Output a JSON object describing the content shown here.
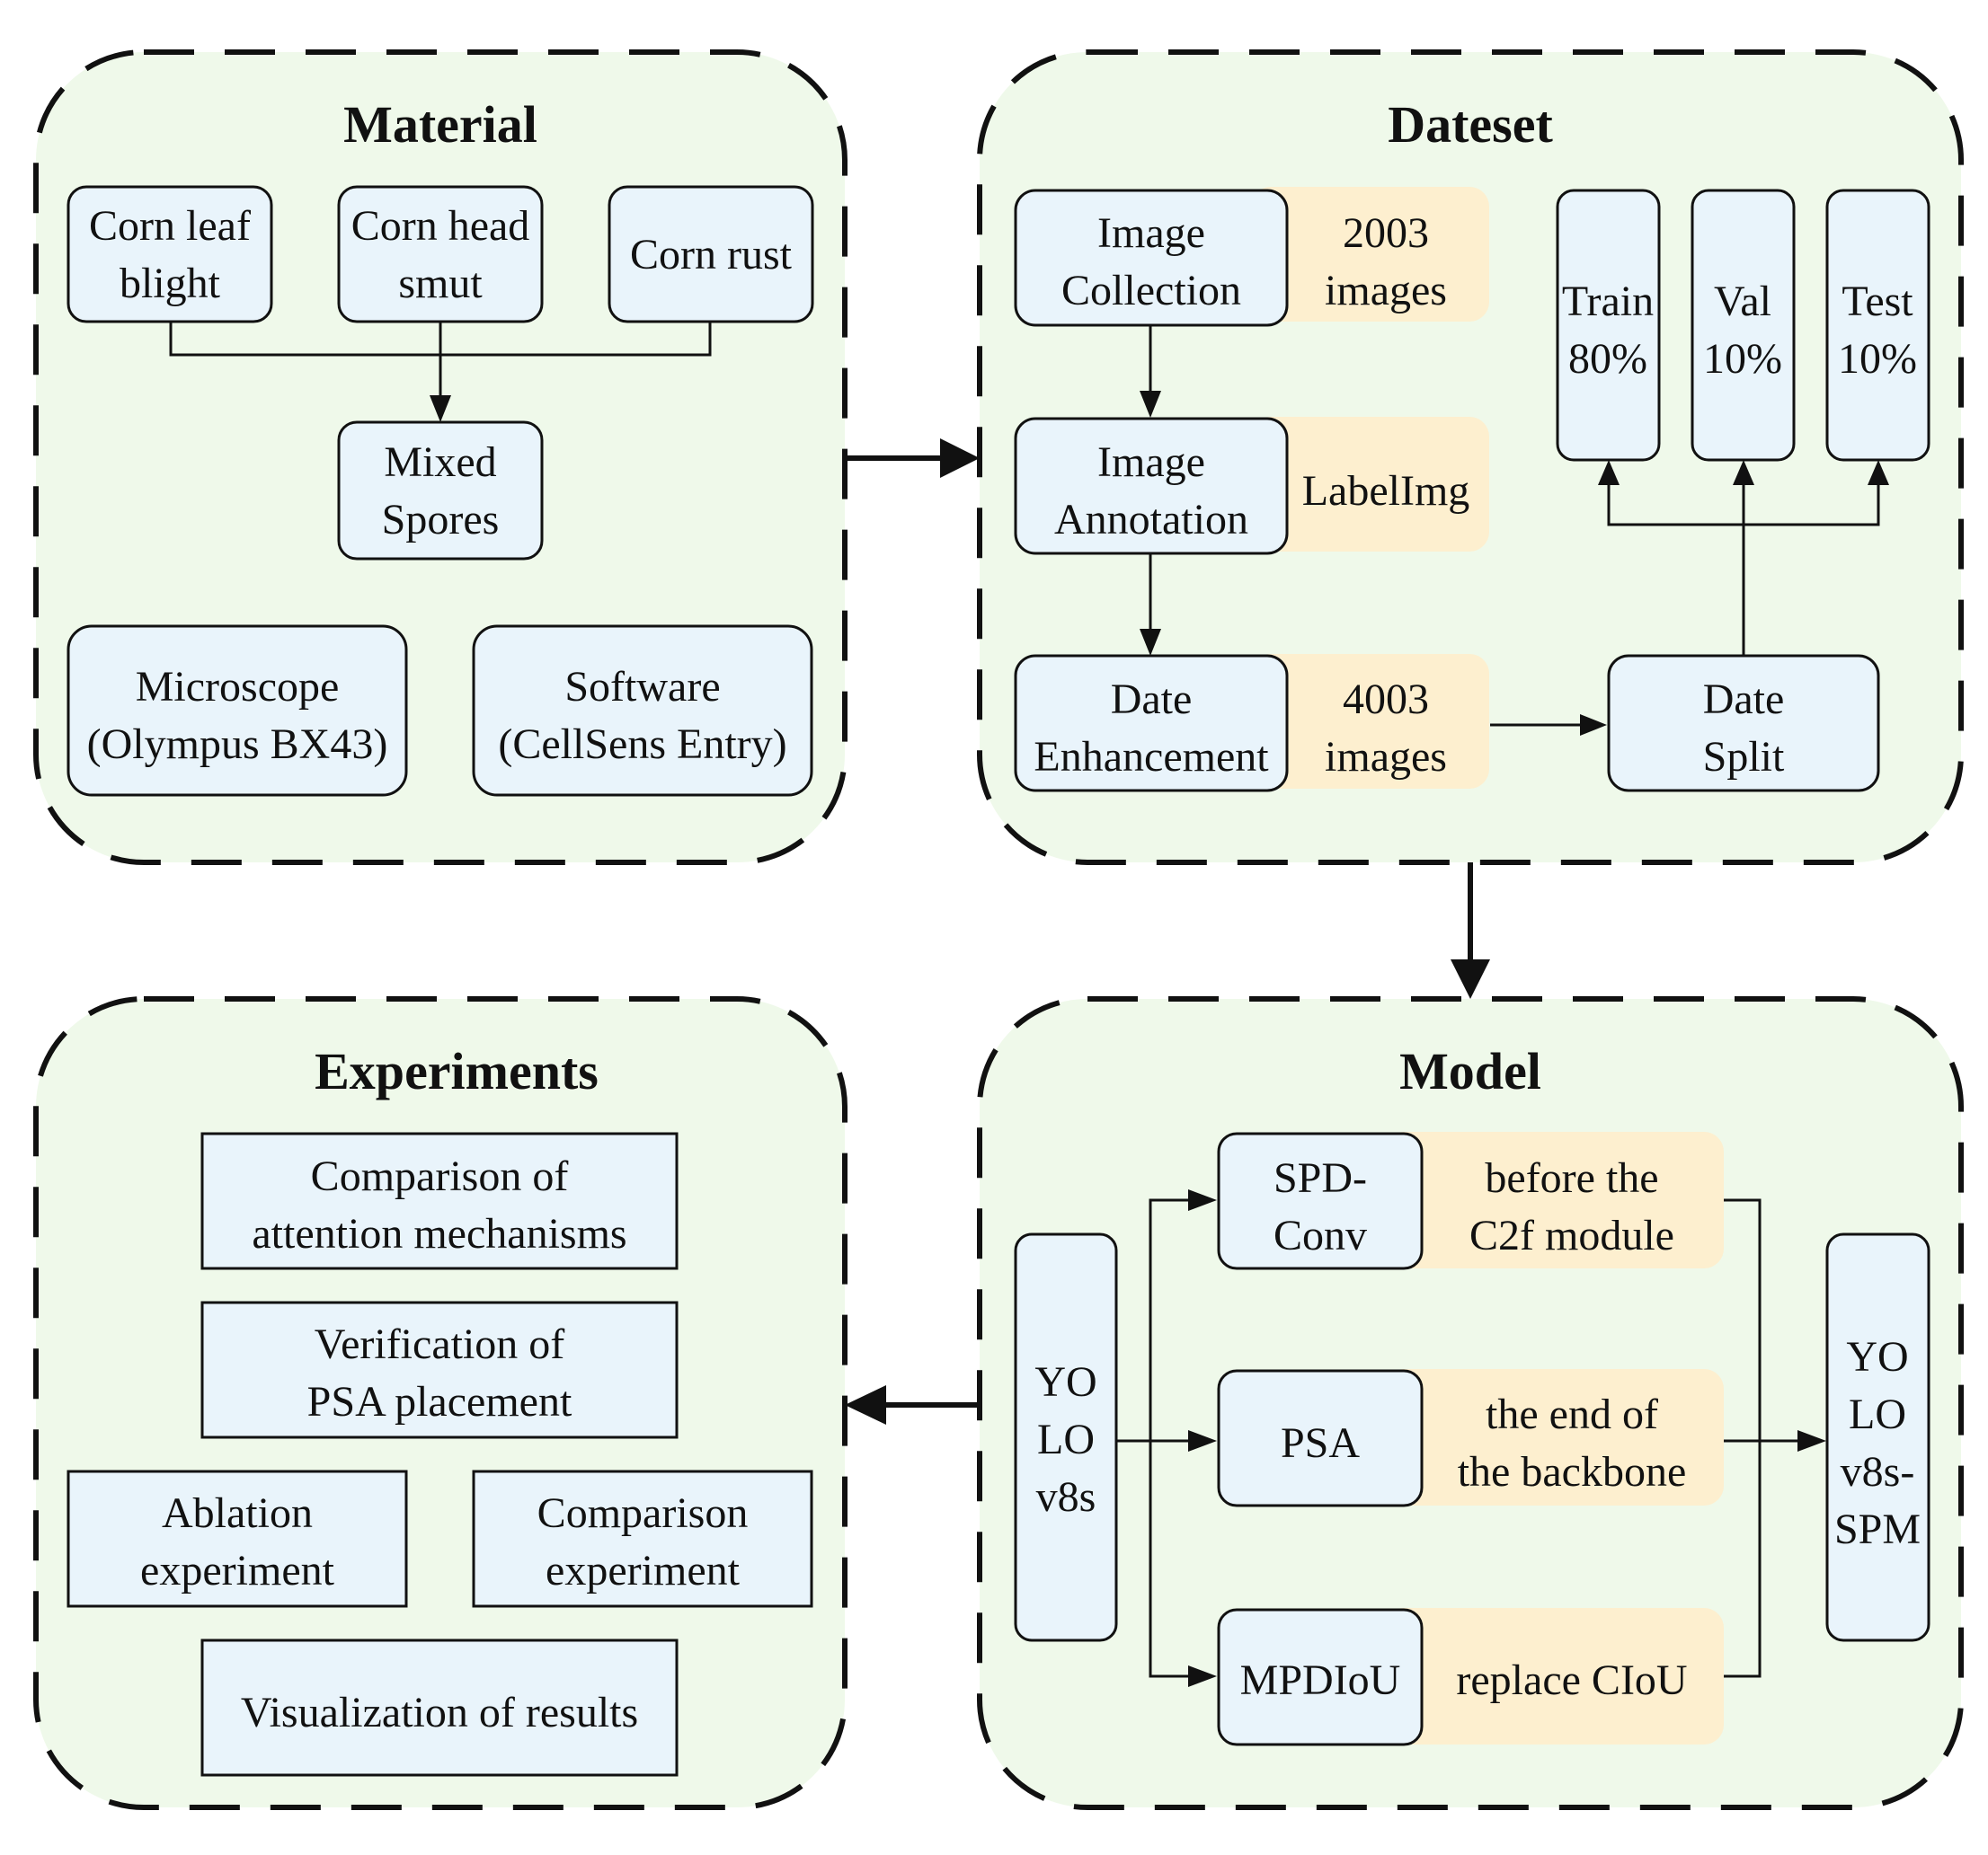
{
  "panels": {
    "material": {
      "title": "Material",
      "corn_leaf_blight": [
        "Corn leaf",
        "blight"
      ],
      "corn_head_smut": [
        "Corn head",
        "smut"
      ],
      "corn_rust": [
        "Corn rust"
      ],
      "mixed_spores": [
        "Mixed",
        "Spores"
      ],
      "microscope": [
        "Microscope",
        "(Olympus BX43)"
      ],
      "software": [
        "Software",
        "(CellSens Entry)"
      ]
    },
    "dataset": {
      "title": "Dateset",
      "image_collection": [
        "Image",
        "Collection"
      ],
      "collection_count": [
        "2003",
        "images"
      ],
      "image_annotation": [
        "Image",
        "Annotation"
      ],
      "annotation_tool": [
        "LabelImg"
      ],
      "date_enhancement": [
        "Date",
        "Enhancement"
      ],
      "enhancement_count": [
        "4003",
        "images"
      ],
      "date_split": [
        "Date",
        "Split"
      ],
      "train": [
        "Train",
        "80%"
      ],
      "val": [
        "Val",
        "10%"
      ],
      "test": [
        "Test",
        "10%"
      ]
    },
    "model": {
      "title": "Model",
      "yolo_input": [
        "YO",
        "LO",
        "v8s"
      ],
      "spd_conv": [
        "SPD-",
        "Conv"
      ],
      "spd_note": [
        "before the",
        "C2f module"
      ],
      "psa": [
        "PSA"
      ],
      "psa_note": [
        "the end of",
        "the backbone"
      ],
      "mpdiou": [
        "MPDIoU"
      ],
      "mpdiou_note": [
        "replace CIoU"
      ],
      "yolo_output": [
        "YO",
        "LO",
        "v8s-",
        "SPM"
      ]
    },
    "experiments": {
      "title": "Experiments",
      "attention": [
        "Comparison of",
        "attention mechanisms"
      ],
      "psa_placement": [
        "Verification of",
        "PSA placement"
      ],
      "ablation": [
        "Ablation",
        "experiment"
      ],
      "comparison": [
        "Comparison",
        "experiment"
      ],
      "visualization": [
        "Visualization of results"
      ]
    }
  },
  "colors": {
    "panel_fill": "#eff9ea",
    "node_fill": "#e9f4fb",
    "note_fill": "#fdefcf",
    "line": "#111111"
  }
}
